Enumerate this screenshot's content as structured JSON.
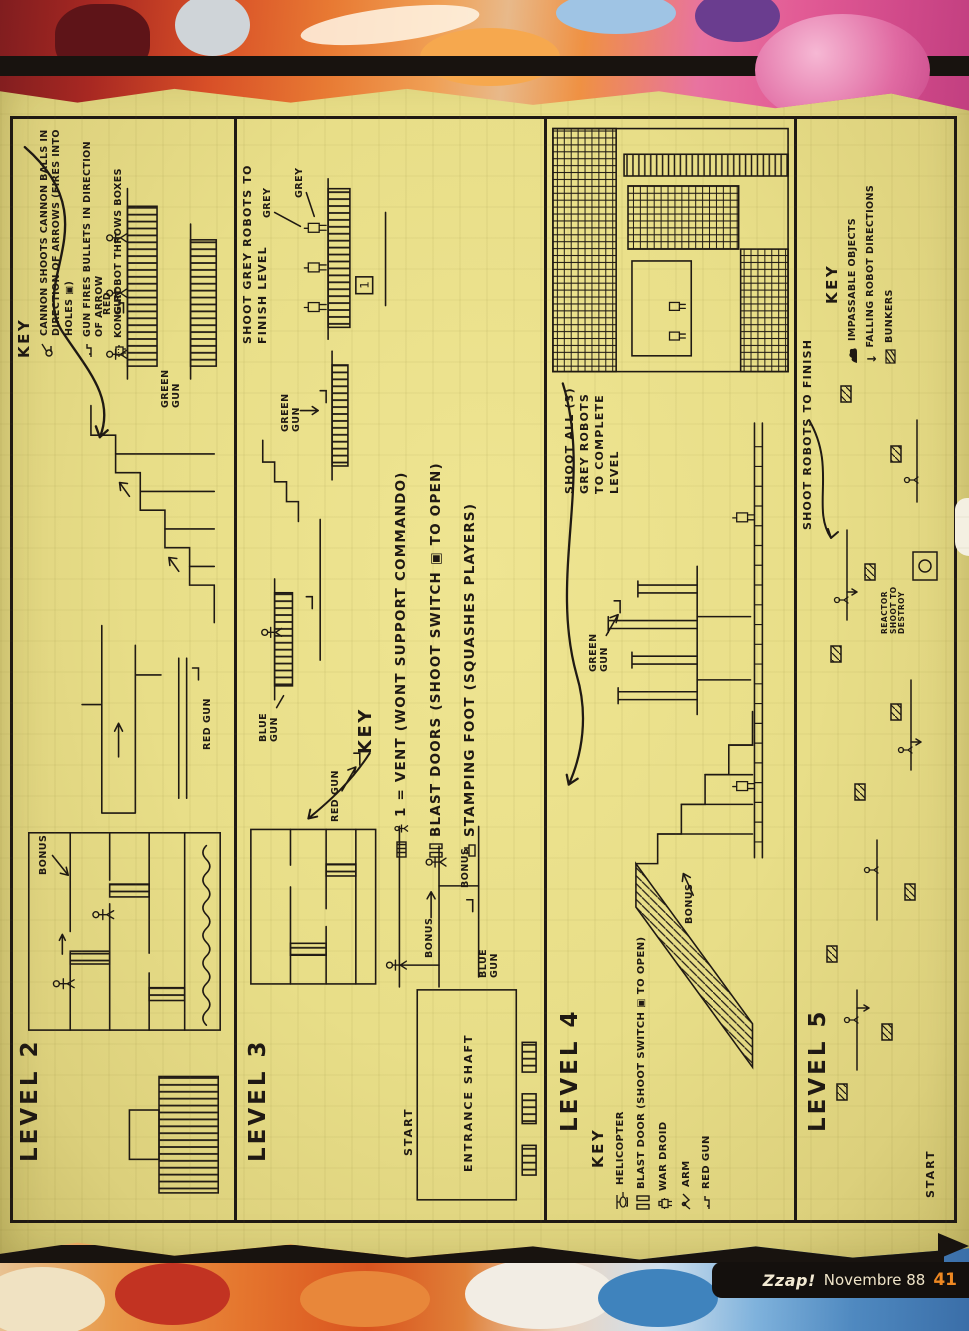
{
  "page": {
    "footer": {
      "magazine": "Zzap!",
      "issue": "Novembre 88",
      "page_number": "41"
    },
    "colors": {
      "paper": "#e8de88",
      "ink": "#1f1913",
      "page_number_accent": "#ee8822"
    }
  },
  "levels": [
    {
      "title": "LEVEL 2",
      "key": {
        "heading": "KEY",
        "items": [
          "CANNON SHOOTS CANNON BALLS IN DIRECTION OF ARROWS (FIRES INTO HOLES ▣)",
          "GUN FIRES BULLETS IN DIRECTION OF ARROW",
          "KONG ROBOT THROWS BOXES"
        ]
      },
      "labels": [
        "RED GUN",
        "GREEN GUN",
        "RED GUN",
        "BONUS"
      ]
    },
    {
      "title": "LEVEL 3",
      "objective": "SHOOT GREY ROBOTS TO FINISH LEVEL",
      "key": {
        "heading": "KEY",
        "items": [
          "1 = VENT (WONT SUPPORT COMMANDO)",
          "BLAST DOORS (SHOOT SWITCH ▣ TO OPEN)",
          "STAMPING FOOT (SQUASHES PLAYERS)"
        ]
      },
      "labels": [
        "GREY",
        "GREY",
        "GREEN GUN",
        "BLUE GUN",
        "RED GUN",
        "BONUS",
        "BONUS",
        "BLUE GUN",
        "START",
        "ENTRANCE SHAFT"
      ]
    },
    {
      "title": "LEVEL 4",
      "objective": "SHOOT ALL (3) GREY ROBOTS TO COMPLETE LEVEL",
      "key": {
        "heading": "KEY",
        "items": [
          "HELICOPTER",
          "BLAST DOOR (SHOOT SWITCH ▣ TO OPEN)",
          "WAR DROID",
          "ARM",
          "RED GUN"
        ]
      },
      "labels": [
        "GREEN GUN",
        "BONUS"
      ]
    },
    {
      "title": "LEVEL 5",
      "objective": "SHOOT ROBOTS TO FINISH",
      "key": {
        "heading": "KEY",
        "items": [
          "IMPASSABLE OBJECTS",
          "FALLING ROBOT DIRECTIONS",
          "BUNKERS"
        ]
      },
      "labels": [
        "REACTOR SHOOT TO DESTROY",
        "START"
      ]
    }
  ]
}
